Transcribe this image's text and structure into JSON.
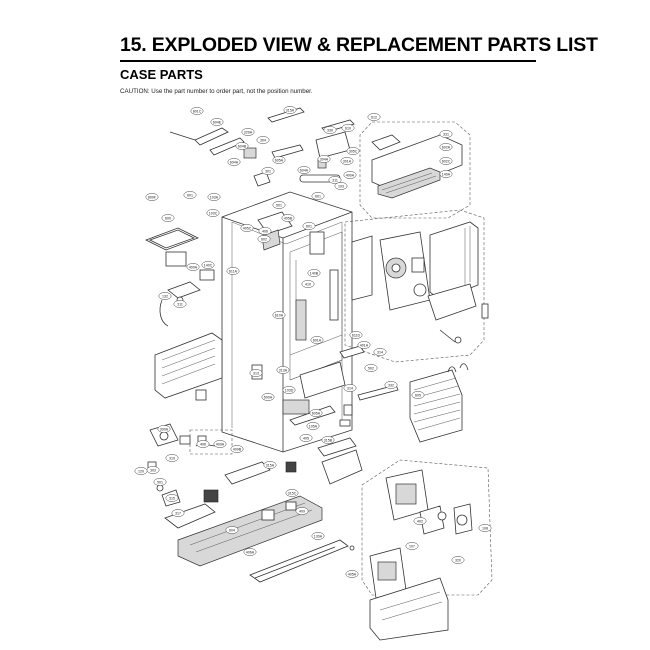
{
  "header": {
    "title": "15. EXPLODED VIEW & REPLACEMENT PARTS LIST",
    "section": "CASE PARTS",
    "caution": "CAUTION: Use the part number to order part, not the position number."
  },
  "callouts": [
    {
      "label": "801C"
    },
    {
      "label": "604E"
    },
    {
      "label": "329A"
    },
    {
      "label": "315A"
    },
    {
      "label": "304"
    },
    {
      "label": "604B"
    },
    {
      "label": "604H"
    },
    {
      "label": "330"
    },
    {
      "label": "610"
    },
    {
      "label": "612"
    },
    {
      "label": "331"
    },
    {
      "label": "602A"
    },
    {
      "label": "602C"
    },
    {
      "label": "140A"
    },
    {
      "label": "301"
    },
    {
      "label": "605A"
    },
    {
      "label": "305C"
    },
    {
      "label": "311"
    },
    {
      "label": "304A"
    },
    {
      "label": "301A"
    },
    {
      "label": "400A"
    },
    {
      "label": "601"
    },
    {
      "label": "103"
    },
    {
      "label": "604A"
    },
    {
      "label": "800F"
    },
    {
      "label": "601"
    },
    {
      "label": "103A"
    },
    {
      "label": "600"
    },
    {
      "label": "103C"
    },
    {
      "label": "501"
    },
    {
      "label": "405B"
    },
    {
      "label": "405C"
    },
    {
      "label": "406"
    },
    {
      "label": "601"
    },
    {
      "label": "602"
    },
    {
      "label": "140B"
    },
    {
      "label": "611A"
    },
    {
      "label": "140C"
    },
    {
      "label": "400A"
    },
    {
      "label": "132"
    },
    {
      "label": "311"
    },
    {
      "label": "601A"
    },
    {
      "label": "410"
    },
    {
      "label": "610A"
    },
    {
      "label": "611D"
    },
    {
      "label": "401A"
    },
    {
      "label": "314"
    },
    {
      "label": "502"
    },
    {
      "label": "332"
    },
    {
      "label": "605"
    },
    {
      "label": "313A"
    },
    {
      "label": "313"
    },
    {
      "label": "500A"
    },
    {
      "label": "103D"
    },
    {
      "label": "605A"
    },
    {
      "label": "314"
    },
    {
      "label": "105A"
    },
    {
      "label": "405"
    },
    {
      "label": "315A"
    },
    {
      "label": "315B"
    },
    {
      "label": "406"
    },
    {
      "label": "409A"
    },
    {
      "label": "409B"
    },
    {
      "label": "300A"
    },
    {
      "label": "303"
    },
    {
      "label": "319"
    },
    {
      "label": "501"
    },
    {
      "label": "120"
    },
    {
      "label": "315"
    },
    {
      "label": "315C"
    },
    {
      "label": "604"
    },
    {
      "label": "317"
    },
    {
      "label": "406A"
    },
    {
      "label": "409"
    },
    {
      "label": "130A"
    },
    {
      "label": "405A"
    },
    {
      "label": "320"
    },
    {
      "label": "402"
    },
    {
      "label": "107"
    },
    {
      "label": "108"
    }
  ]
}
